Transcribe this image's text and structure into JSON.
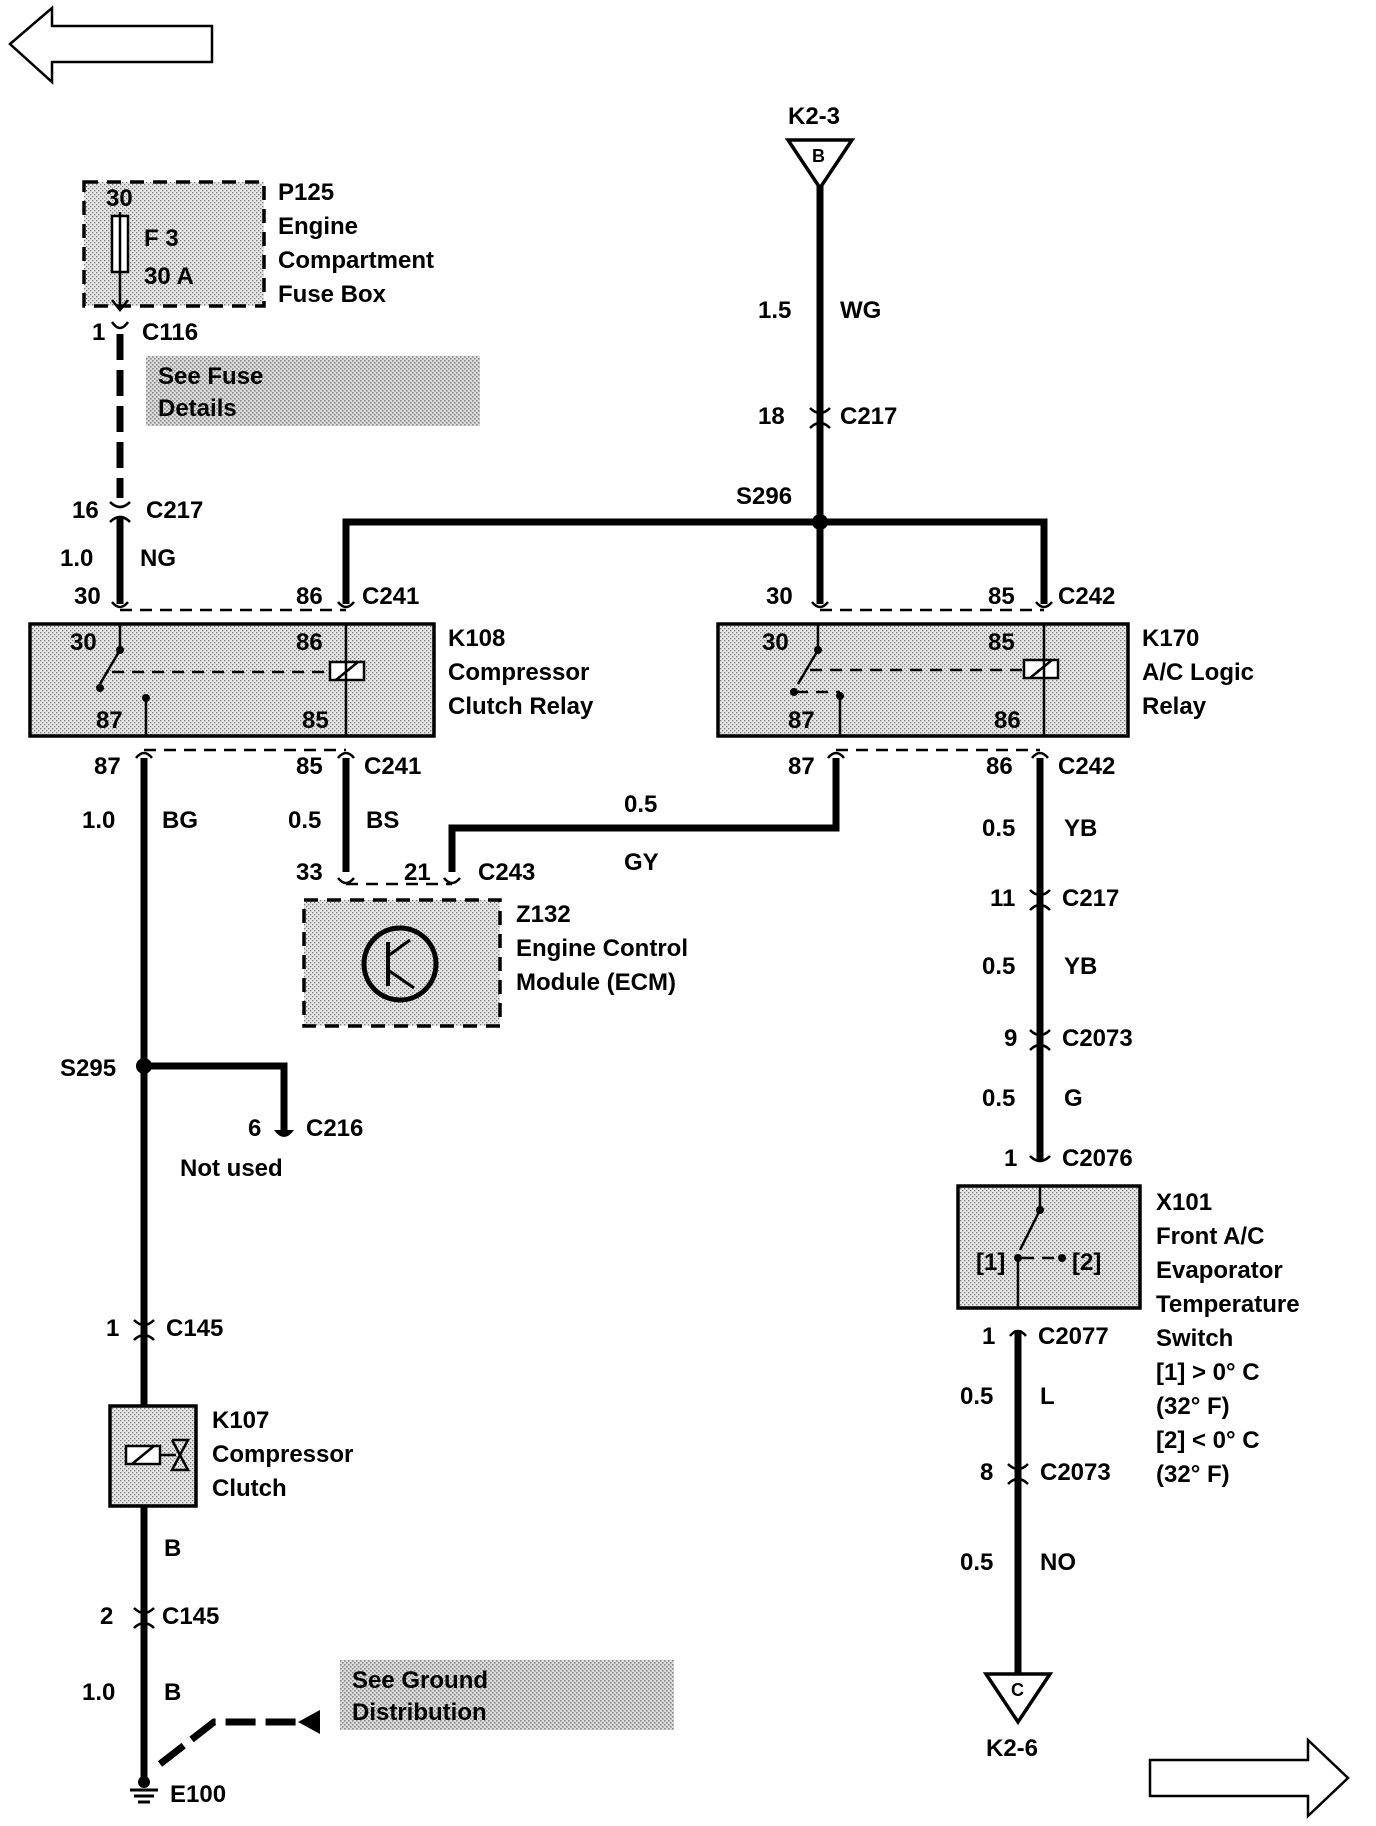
{
  "nav": {
    "back_icon": "left-arrow-icon",
    "next_icon": "right-arrow-icon"
  },
  "fusebox": {
    "id": "P125",
    "line1": "Engine",
    "line2": "Compartment",
    "line3": "Fuse Box",
    "pin": "30",
    "fuse": "F 3",
    "rating": "30 A"
  },
  "c116": {
    "pin": "1",
    "connector": "C116"
  },
  "fuse_note": {
    "line1": "See Fuse",
    "line2": "Details"
  },
  "c217_left": {
    "pin": "16",
    "connector": "C217",
    "size": "1.0",
    "color": "NG"
  },
  "k2_3": {
    "label": "K2-3",
    "letter": "B"
  },
  "wire_wg": {
    "size": "1.5",
    "color": "WG"
  },
  "c217_top": {
    "pin": "18",
    "connector": "C217"
  },
  "s296": "S296",
  "k108": {
    "id": "K108",
    "line1": "Compressor",
    "line2": "Clutch Relay",
    "pin30": "30",
    "pin86": "86",
    "pin87": "87",
    "pin85": "85",
    "top_conn": "C241",
    "bottom_conn": "C241"
  },
  "k170": {
    "id": "K170",
    "line1": "A/C Logic",
    "line2": "Relay",
    "pin30": "30",
    "pin85": "85",
    "pin87": "87",
    "pin86": "86",
    "top_conn": "C242",
    "bottom_conn": "C242"
  },
  "wire_bg": {
    "size": "1.0",
    "color": "BG"
  },
  "wire_bs": {
    "size": "0.5",
    "color": "BS"
  },
  "wire_gy": {
    "size": "0.5",
    "color": "GY"
  },
  "c243": {
    "pin33": "33",
    "pin21": "21",
    "connector": "C243"
  },
  "ecm": {
    "id": "Z132",
    "line1": "Engine Control",
    "line2": "Module (ECM)"
  },
  "wire_yb1": {
    "size": "0.5",
    "color": "YB"
  },
  "c217_right": {
    "pin": "11",
    "connector": "C217"
  },
  "wire_yb2": {
    "size": "0.5",
    "color": "YB"
  },
  "c2073_top": {
    "pin": "9",
    "connector": "C2073"
  },
  "wire_g": {
    "size": "0.5",
    "color": "G"
  },
  "c2076": {
    "pin": "1",
    "connector": "C2076"
  },
  "s295": "S295",
  "c216": {
    "pin": "6",
    "connector": "C216",
    "note": "Not used"
  },
  "x101": {
    "id": "X101",
    "line1": "Front A/C",
    "line2": "Evaporator",
    "line3": "Temperature",
    "line4": "Switch",
    "state1": "[1]  > 0° C",
    "state1b": "(32° F)",
    "state2": "[2]  < 0° C",
    "state2b": "(32° F)",
    "tag1": "[1]",
    "tag2": "[2]"
  },
  "c2077": {
    "pin": "1",
    "connector": "C2077"
  },
  "wire_l": {
    "size": "0.5",
    "color": "L"
  },
  "c2073_bottom": {
    "pin": "8",
    "connector": "C2073"
  },
  "wire_no": {
    "size": "0.5",
    "color": "NO"
  },
  "k2_6": {
    "label": "K2-6",
    "letter": "C"
  },
  "c145_top": {
    "pin": "1",
    "connector": "C145"
  },
  "k107": {
    "id": "K107",
    "line1": "Compressor",
    "line2": "Clutch"
  },
  "wire_b1": {
    "color": "B"
  },
  "c145_bottom": {
    "pin": "2",
    "connector": "C145"
  },
  "wire_b2": {
    "size": "1.0",
    "color": "B"
  },
  "ground_note": {
    "line1": "See Ground",
    "line2": "Distribution"
  },
  "e100": "E100"
}
